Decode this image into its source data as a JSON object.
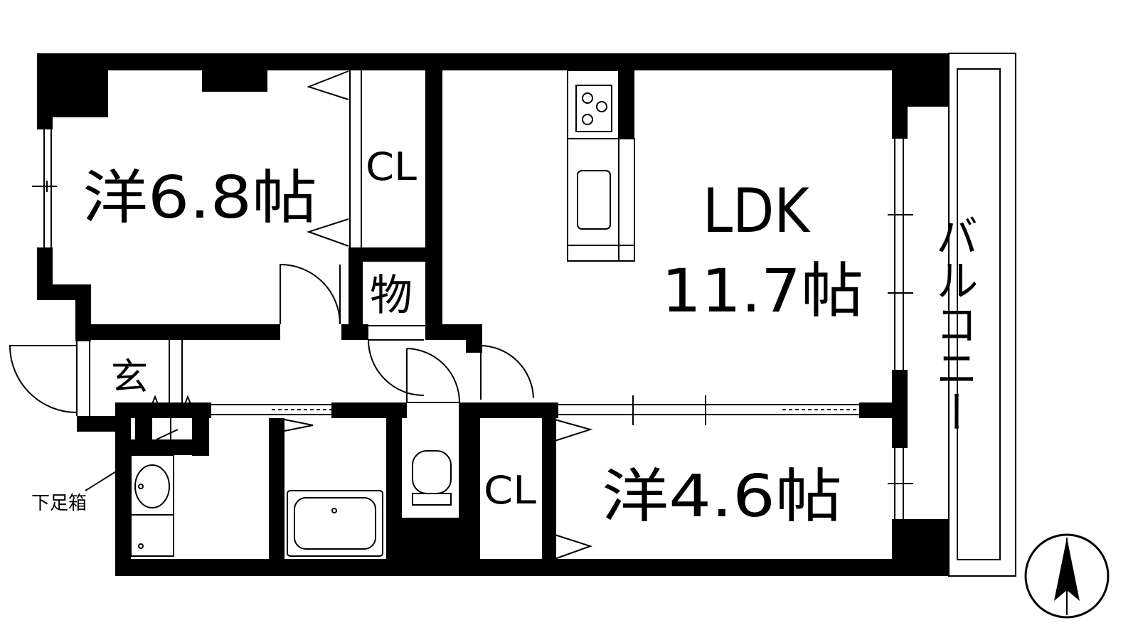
{
  "rooms": {
    "western_room_1": "洋6.8帖",
    "closet_1": "CL",
    "storage": "物",
    "entrance": "玄",
    "ldk_name": "LDK",
    "ldk_size": "11.7帖",
    "closet_2": "CL",
    "western_room_2": "洋4.6帖",
    "balcony": "バルコニー"
  },
  "annotations": {
    "shoe_box": "下足箱"
  },
  "compass": {
    "direction": "north",
    "icon": "north-arrow-icon"
  },
  "colors": {
    "wall": "#000000",
    "fixture": "#000000",
    "background": "#ffffff"
  }
}
